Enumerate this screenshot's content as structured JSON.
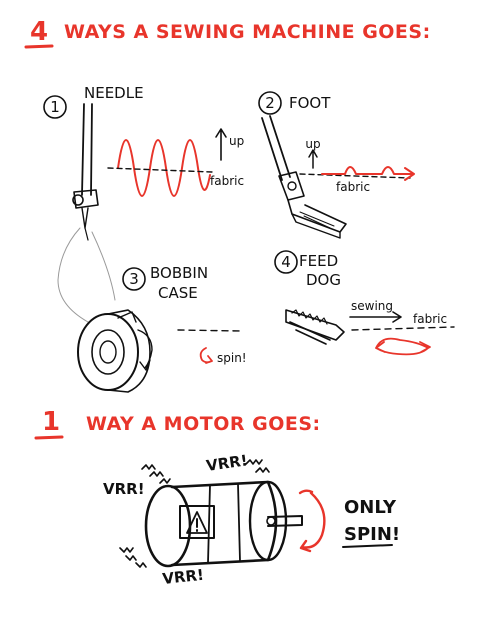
{
  "heading_top": {
    "number": "4",
    "text": "WAYS A SEWING MACHINE GOES:"
  },
  "panels": {
    "needle": {
      "num": "1",
      "title": "NEEDLE",
      "up": "up",
      "fabric": "fabric"
    },
    "foot": {
      "num": "2",
      "title": "FOOT",
      "up": "up",
      "fabric": "fabric"
    },
    "bobbin": {
      "num": "3",
      "title_line1": "BOBBIN",
      "title_line2": "CASE",
      "spin": "spin!"
    },
    "feed_dog": {
      "num": "4",
      "title_line1": "FEED",
      "title_line2": "DOG",
      "sewing": "sewing",
      "fabric": "fabric"
    }
  },
  "heading_bottom": {
    "number": "1",
    "text": "WAY A MOTOR GOES:"
  },
  "motor": {
    "vrr_left": "VRR!",
    "vrr_top": "VRR!",
    "vrr_bottom": "VRR!",
    "caption_line1": "ONLY",
    "caption_line2": "SPIN!"
  },
  "colors": {
    "accent": "#e8352b",
    "ink": "#111111",
    "pencil": "#9a9a9a"
  }
}
